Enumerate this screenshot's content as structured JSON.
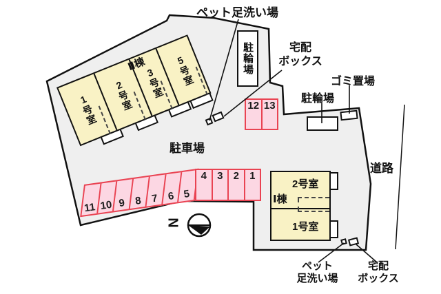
{
  "labels": {
    "pet_wash_top": "ペット足洗い場",
    "bike_box_top": "駐輪場",
    "delivery_top": [
      "宅配",
      "ボックス"
    ],
    "garbage": "ゴミ置場",
    "bike_right": "駐輪場",
    "parking_lot": "駐車場",
    "road": "道路",
    "pet_wash_bottom": [
      "ペット",
      "足洗い場"
    ],
    "delivery_bottom": [
      "宅配",
      "ボックス"
    ],
    "north": "N"
  },
  "building_2": {
    "name": "Ⅱ棟",
    "rooms": [
      "1号室",
      "2号室",
      "3号室",
      "5号室"
    ]
  },
  "building_1": {
    "name": "Ⅰ棟",
    "room_top": "2号室",
    "room_bottom": "1号室"
  },
  "parking": {
    "upper": [
      "12",
      "13"
    ],
    "tilted": [
      "11",
      "10",
      "9",
      "8",
      "7",
      "6",
      "5"
    ],
    "straight": [
      "4",
      "3",
      "2",
      "1"
    ]
  },
  "colors": {
    "site_fill": "#efefef",
    "outline": "#111111",
    "building_fill": "#f9f2c5",
    "parking_fill": "#fcd7e3",
    "parking_border": "#e94352"
  }
}
